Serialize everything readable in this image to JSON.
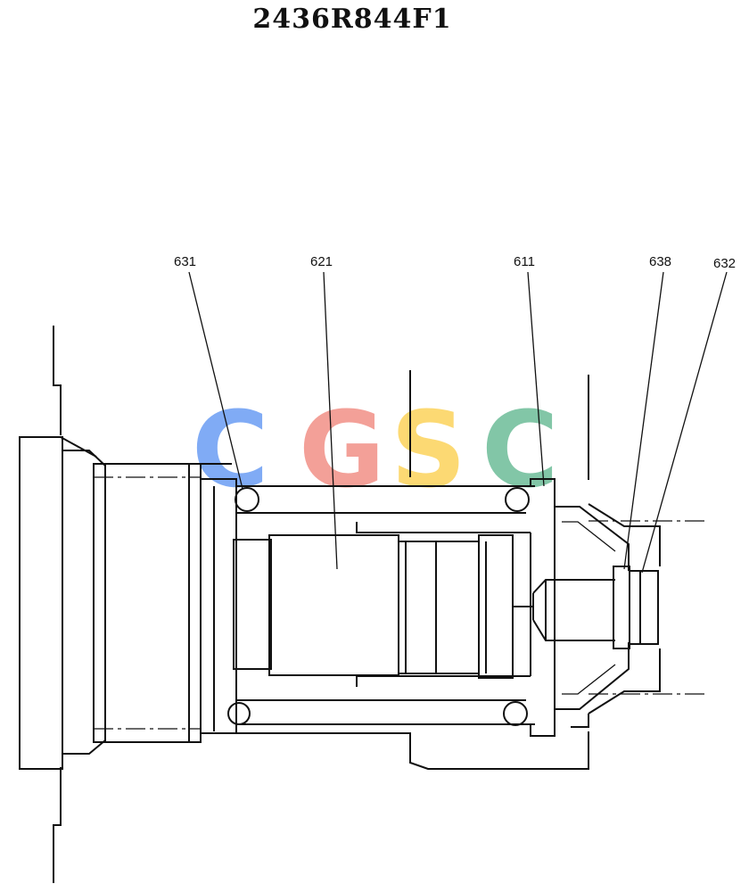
{
  "title": "2436R844F1",
  "callouts": {
    "p631": "631",
    "p621": "621",
    "p611": "611",
    "p638": "638",
    "p632": "632"
  },
  "watermark": {
    "letters": [
      "C",
      "G",
      "S",
      "C"
    ],
    "colors": [
      "#7aa7f5",
      "#f39b93",
      "#fcd86c",
      "#7cc4a3"
    ]
  }
}
